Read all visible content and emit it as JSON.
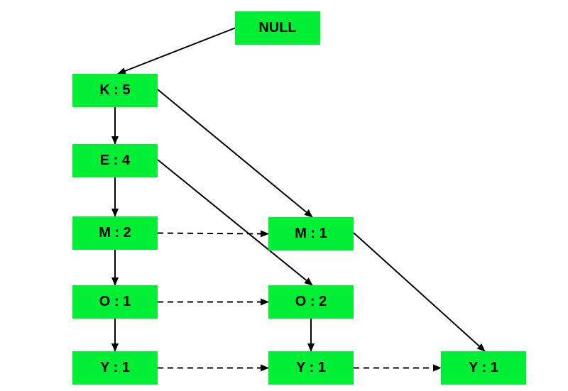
{
  "colors": {
    "node_fill": "#00ee33",
    "edge": "#000000"
  },
  "nodes": {
    "null": "NULL",
    "k5": "K : 5",
    "e4": "E : 4",
    "m2": "M : 2",
    "o1": "O : 1",
    "y1_col1": "Y : 1",
    "m1": "M : 1",
    "o2": "O : 2",
    "y1_col2": "Y : 1",
    "y1_col3": "Y : 1"
  },
  "edges": [
    {
      "from": "null",
      "to": "k5",
      "style": "solid"
    },
    {
      "from": "k5",
      "to": "e4",
      "style": "solid"
    },
    {
      "from": "k5",
      "to": "m1",
      "style": "solid"
    },
    {
      "from": "e4",
      "to": "m2",
      "style": "solid"
    },
    {
      "from": "e4",
      "to": "o2",
      "style": "solid"
    },
    {
      "from": "m2",
      "to": "o1",
      "style": "solid"
    },
    {
      "from": "o1",
      "to": "y1_col1",
      "style": "solid"
    },
    {
      "from": "m1",
      "to": "y1_col3",
      "style": "solid"
    },
    {
      "from": "o2",
      "to": "y1_col2",
      "style": "solid"
    },
    {
      "from": "m2",
      "to": "m1",
      "style": "dashed"
    },
    {
      "from": "o1",
      "to": "o2",
      "style": "dashed"
    },
    {
      "from": "y1_col1",
      "to": "y1_col2",
      "style": "dashed"
    },
    {
      "from": "y1_col2",
      "to": "y1_col3",
      "style": "dashed"
    }
  ]
}
